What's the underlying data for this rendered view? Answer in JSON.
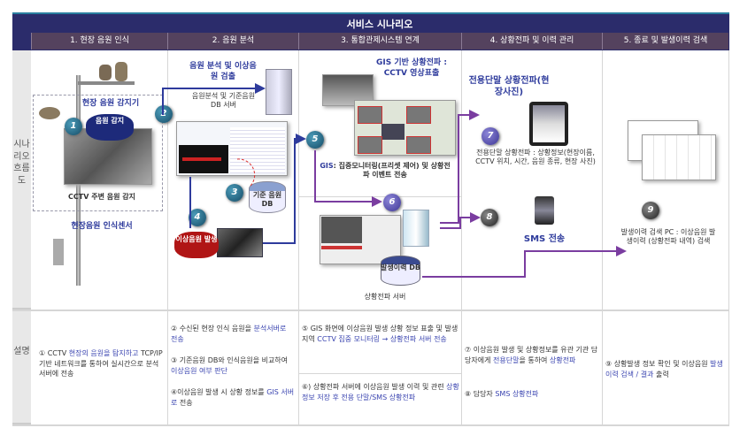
{
  "title": "서비스 시나리오",
  "columns": [
    "1. 현장 음원 인식",
    "2. 음원 분석",
    "3. 통합관제시스템 연계",
    "4. 상황전파 및 이력 관리",
    "5. 종료 및 발생이력 검색"
  ],
  "rows": {
    "flow": "시나리오 흐름도",
    "desc": "설명"
  },
  "flow": {
    "detector_title": "현장 음원 감지기",
    "detect_burst": "음원 감지",
    "cctv_caption": "CCTV 주변 음원 감지",
    "sensor_caption": "현장음원 인식센서",
    "analysis_title": "음원 분석 및 이상음원 검출",
    "server_caption": "음원분석 및 기준음원 DB 서버",
    "db_label": "기준 음원DB",
    "abnormal_burst": "이상음원 발생",
    "gis_title": "GIS 기반 상황전파 : CCTV 영상표출",
    "gis_caption_lead": "GIS",
    "gis_caption": ": 집중모니터링(프리셋 제어) 및 상황전파 이벤트 전송",
    "history_db": "발생이력 DB",
    "dispatch_server": "상황전파 서버",
    "terminal_title": "전용단말 상황전파(현장사진)",
    "terminal_caption": "전용단말 상황전파 : 상황정보(현장이름, CCTV 위치, 시간, 음원 종류, 현장 사진)",
    "sms_caption": "SMS 전송",
    "search_caption": "발생이력 검색 PC : 이상음원 발생이력 (상황전파 내역) 검색",
    "steps": [
      "1",
      "2",
      "3",
      "4",
      "5",
      "6",
      "7",
      "8",
      "9"
    ]
  },
  "desc": {
    "d1": {
      "a": "① CCTV ",
      "hl": "현장의 음원을 탐지하고",
      "b": " TCP/IP기반 네트워크를 통하여 실시간으로 분석 서버에 전송"
    },
    "d2": {
      "a": "② 수신된 현장 인식 음원을 ",
      "hl": "분석서버로 전송"
    },
    "d3": {
      "a": "③ 기준음원 DB와 인식음원을 비교하여 ",
      "hl": "이상음원 여부 판단"
    },
    "d4": {
      "a": "④이상음원 발생 시 상황 정보를 ",
      "hl": "GIS 서버로",
      "b": " 전송"
    },
    "d5": {
      "a": "⑤ GIS 화면에 이상음원 발생 상황 정보 표출 및 발생 지역 ",
      "hl": "CCTV 집중 모니터링 → 상황전파 서버 전송"
    },
    "d6": {
      "a": "⑥) 상황전파 서버에 이상음원 발생 이력 및 관련 ",
      "hl": "상황정보 저장 후 전용 단말/SMS 상황전파"
    },
    "d7": {
      "a": "⑦ 이상음원 발생 및 상황정보를 유관 기관 담당자에게 ",
      "hl": "전용단말",
      "b": "을 통하여 ",
      "hl2": "상황전파"
    },
    "d8": {
      "a": "⑧ 담당자 ",
      "hl": "SMS 상황전파"
    },
    "d9": {
      "a": "⑨ 상황발생 정보 확인 및 이상음원 ",
      "hl": "발생이력 검색 / 결과",
      "b": " 출력"
    }
  }
}
